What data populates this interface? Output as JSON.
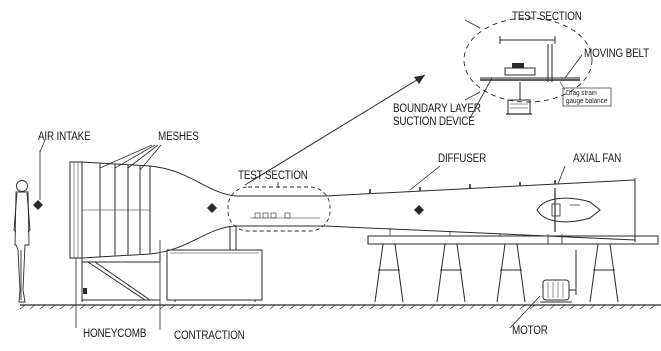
{
  "labels": {
    "air_intake": "AIR INTAKE",
    "meshes": "MESHES",
    "test_section_main": "TEST SECTION",
    "diffuser": "DIFFUSER",
    "axial_fan": "AXIAL FAN",
    "test_section_detail": "TEST SECTION",
    "moving_belt": "MOVING BELT",
    "boundary_layer_1": "BOUNDARY LAYER",
    "boundary_layer_2": "SUCTION DEVICE",
    "drag_balance_1": "Drag strain",
    "drag_balance_2": "gauge balance",
    "honeycomb": "HONEYCOMB",
    "contraction": "CONTRACTION",
    "motor": "MOTOR"
  },
  "colors": {
    "line": "#2a2a2a",
    "text": "#1a1a1a"
  }
}
